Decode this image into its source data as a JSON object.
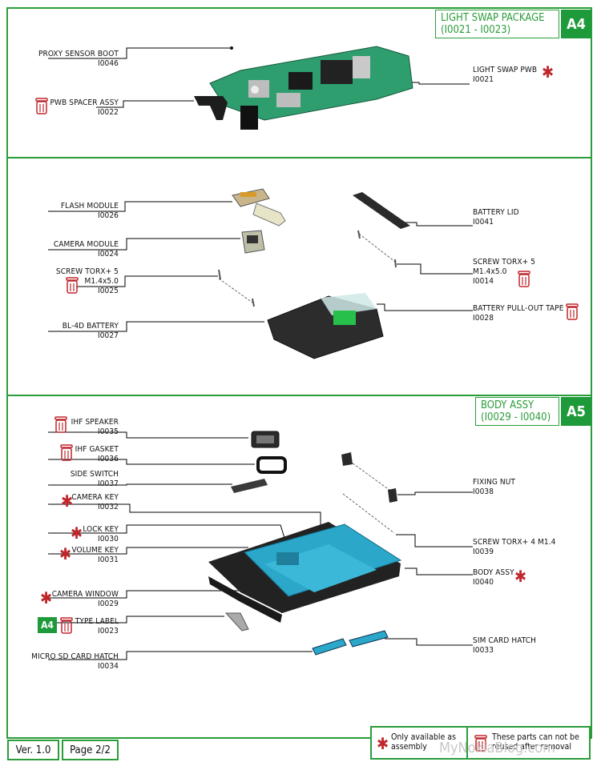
{
  "sections": {
    "light_swap": {
      "title": "LIGHT SWAP PACKAGE",
      "range": "(I0021 - I0023)",
      "tag": "A4"
    },
    "body_assy": {
      "title": "BODY ASSY",
      "range": "(I0029 - I0040)",
      "tag": "A5"
    }
  },
  "parts": {
    "proxy_sensor_boot": {
      "name": "PROXY SENSOR BOOT",
      "code": "I0046"
    },
    "pwb_spacer_assy": {
      "name": "PWB SPACER ASSY",
      "code": "I0022"
    },
    "light_swap_pwb": {
      "name": "LIGHT SWAP PWB",
      "code": "I0021"
    },
    "flash_module": {
      "name": "FLASH MODULE",
      "code": "I0026"
    },
    "camera_module": {
      "name": "CAMERA MODULE",
      "code": "I0024"
    },
    "screw_left": {
      "name": "SCREW TORX+ 5",
      "name2": "M1.4x5.0",
      "code": "I0025"
    },
    "bl4d_battery": {
      "name": "BL-4D BATTERY",
      "code": "I0027"
    },
    "battery_lid": {
      "name": "BATTERY LID",
      "code": "I0041"
    },
    "screw_right": {
      "name": "SCREW TORX+ 5",
      "name2": "M1.4x5.0",
      "code": "I0014"
    },
    "battery_pull_out_tape": {
      "name": "BATTERY PULL-OUT TAPE",
      "code": "I0028"
    },
    "ihf_speaker": {
      "name": "IHF SPEAKER",
      "code": "I0035"
    },
    "ihf_gasket": {
      "name": "IHF GASKET",
      "code": "I0036"
    },
    "side_switch": {
      "name": "SIDE SWITCH",
      "code": "I0037"
    },
    "camera_key": {
      "name": "CAMERA KEY",
      "code": "I0032"
    },
    "lock_key": {
      "name": "LOCK KEY",
      "code": "I0030"
    },
    "volume_key": {
      "name": "VOLUME KEY",
      "code": "I0031"
    },
    "camera_window": {
      "name": "CAMERA WINDOW",
      "code": "I0029"
    },
    "type_label": {
      "name": "TYPE LABEL",
      "code": "I0023",
      "tag": "A4"
    },
    "micro_sd_card_hatch": {
      "name": "MICRO SD CARD HATCH",
      "code": "I0034"
    },
    "fixing_nut": {
      "name": "FIXING NUT",
      "code": "I0038"
    },
    "screw_torx4": {
      "name": "SCREW TORX+ 4 M1.4",
      "code": "I0039"
    },
    "body_assy": {
      "name": "BODY ASSY",
      "code": "I0040"
    },
    "sim_card_hatch": {
      "name": "SIM CARD HATCH",
      "code": "I0033"
    }
  },
  "footer": {
    "version": "Ver. 1.0",
    "page": "Page 2/2",
    "legend_star": "Only available as assembly",
    "legend_bin": "These parts can not be reused after removal",
    "watermark": "MyNokiaBlog.com"
  },
  "colors": {
    "accent_green": "#2a9d3a",
    "star_red": "#c0272d",
    "body_blue": "#2aa7c9",
    "pcb_green": "#2e9e6e"
  },
  "icons": {
    "star": "asterisk-icon",
    "bin": "trash-bin-icon"
  }
}
